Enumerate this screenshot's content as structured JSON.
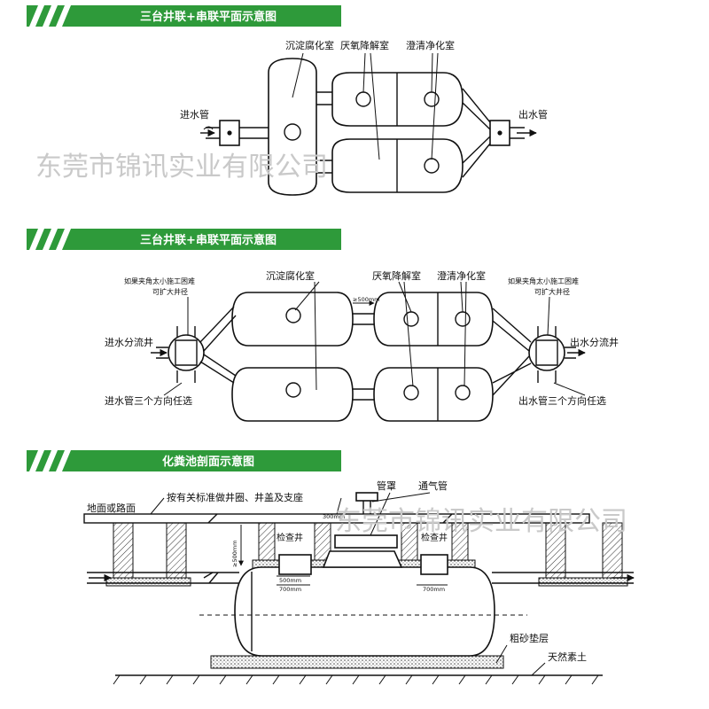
{
  "colors": {
    "banner": "#2e9a3a",
    "stripe": "#1f7a2a",
    "watermark": "#c9c9c9"
  },
  "diagram1": {
    "title": "三台井联+串联平面示意图",
    "labels": {
      "sediment": "沉淀腐化室",
      "anaerobic": "厌氧降解室",
      "clarify": "澄清净化室",
      "inlet": "进水管",
      "outlet": "出水管"
    }
  },
  "diagram2": {
    "title": "三台井联+串联平面示意图",
    "labels": {
      "sediment": "沉淀腐化室",
      "anaerobic": "厌氧降解室",
      "clarify": "澄清净化室",
      "note_left_1": "如果夹角太小施工困难",
      "note_left_2": "可扩大井径",
      "note_right_1": "如果夹角太小施工困难",
      "note_right_2": "可扩大井径",
      "inlet_well": "进水分流井",
      "outlet_well": "出水分流井",
      "inlet_dir": "进水管三个方向任选",
      "outlet_dir": "出水管三个方向任选",
      "gap": "≥500mm"
    }
  },
  "diagram3": {
    "title": "化粪池剖面示意图",
    "labels": {
      "standard": "按有关标准做井圈、井盖及支座",
      "ground": "地面或路面",
      "cover": "管罩",
      "vent": "通气管",
      "manhole_1": "检查井",
      "manhole_2": "检查井",
      "gravel": "粗砂垫层",
      "soil": "天然素土",
      "dim_300": "300mm",
      "dim_500a": "≥500mm",
      "dim_500b": "500mm",
      "dim_700a": "700mm",
      "dim_700b": "700mm"
    }
  },
  "watermark": "东莞市锦讯实业有限公司"
}
